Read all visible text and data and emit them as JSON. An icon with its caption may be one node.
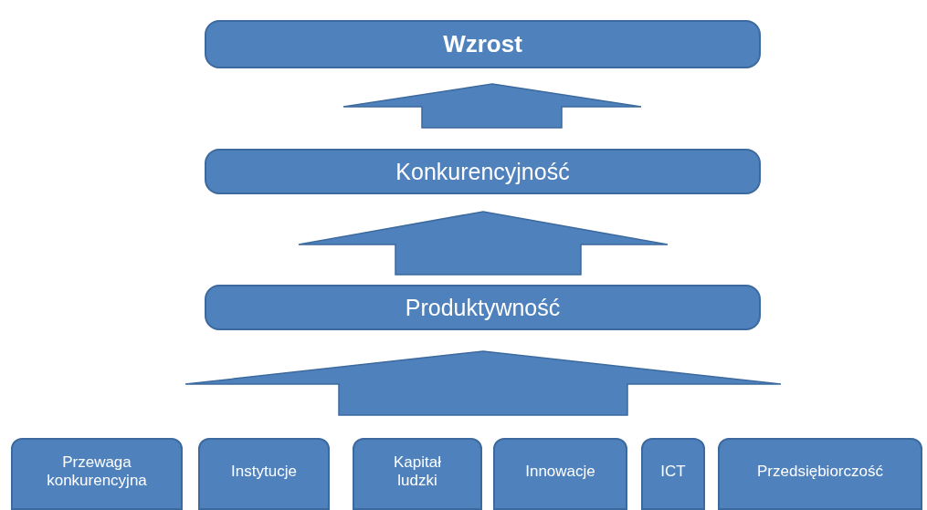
{
  "diagram": {
    "nodes": [
      {
        "text": [
          "Wzrost"
        ]
      },
      {
        "text": [
          "Konkurencyjność"
        ]
      },
      {
        "text": [
          "Produktywność"
        ]
      },
      {
        "text": [
          "Przewaga konkurencyjna"
        ]
      },
      {
        "text": [
          "Instytucje"
        ]
      },
      {
        "text": [
          "Kapitał ludzki"
        ]
      },
      {
        "text": [
          "Innowacje"
        ]
      },
      {
        "text": [
          "ICT"
        ]
      },
      {
        "text": [
          "Przedsiębiorczość"
        ]
      }
    ],
    "edges": [
      {
        "from": 1,
        "to": 0,
        "arrow": "to"
      },
      {
        "from": 2,
        "to": 1,
        "arrow": "to"
      },
      {
        "from": 3,
        "to": 2,
        "arrow": "to"
      },
      {
        "from": 4,
        "to": 2,
        "arrow": "to"
      },
      {
        "from": 5,
        "to": 2,
        "arrow": "to"
      },
      {
        "from": 6,
        "to": 2,
        "arrow": "to"
      },
      {
        "from": 7,
        "to": 2,
        "arrow": "to"
      },
      {
        "from": 8,
        "to": 2,
        "arrow": "to"
      }
    ]
  }
}
